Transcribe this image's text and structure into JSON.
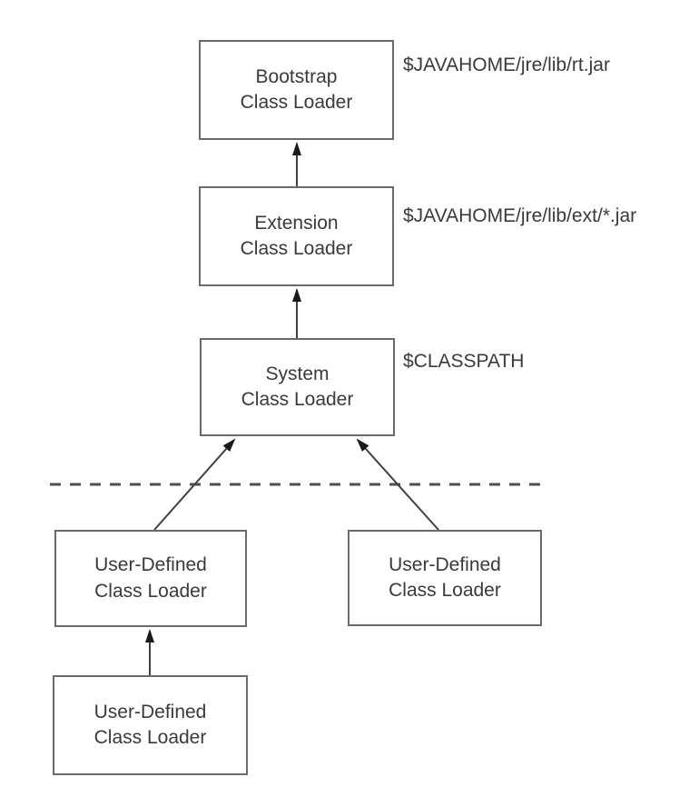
{
  "diagram": {
    "type": "hierarchy",
    "subject": "Java class loader delegation hierarchy",
    "colors": {
      "background": "#ffffff",
      "box_border": "#6a6a6a",
      "text": "#3a3a3a",
      "arrow_line": "#3f3f3f",
      "arrowhead": "#1a1a1a",
      "dashed_line": "#4f4f4f"
    },
    "boxes": [
      {
        "id": "bootstrap",
        "line1": "Bootstrap",
        "line2": "Class Loader"
      },
      {
        "id": "extension",
        "line1": "Extension",
        "line2": "Class Loader"
      },
      {
        "id": "system",
        "line1": "System",
        "line2": "Class Loader"
      },
      {
        "id": "user-left",
        "line1": "User-Defined",
        "line2": "Class Loader"
      },
      {
        "id": "user-right",
        "line1": "User-Defined",
        "line2": "Class Loader"
      },
      {
        "id": "user-bottom",
        "line1": "User-Defined",
        "line2": "Class Loader"
      }
    ],
    "annotations": [
      {
        "id": "rt",
        "text": "$JAVAHOME/jre/lib/rt.jar"
      },
      {
        "id": "ext",
        "text": "$JAVAHOME/jre/lib/ext/*.jar"
      },
      {
        "id": "classpath",
        "text": "$CLASSPATH"
      }
    ],
    "edges": [
      {
        "from": "extension",
        "to": "bootstrap",
        "style": "solid-arrow-up"
      },
      {
        "from": "system",
        "to": "extension",
        "style": "solid-arrow-up"
      },
      {
        "from": "user-left",
        "to": "system",
        "style": "solid-arrow-up"
      },
      {
        "from": "user-right",
        "to": "system",
        "style": "solid-arrow-up"
      },
      {
        "from": "user-bottom",
        "to": "user-left",
        "style": "solid-arrow-up"
      }
    ],
    "separator": {
      "style": "dashed-horizontal-line",
      "meaning": "boundary between JVM-provided and user-defined class loaders"
    }
  }
}
